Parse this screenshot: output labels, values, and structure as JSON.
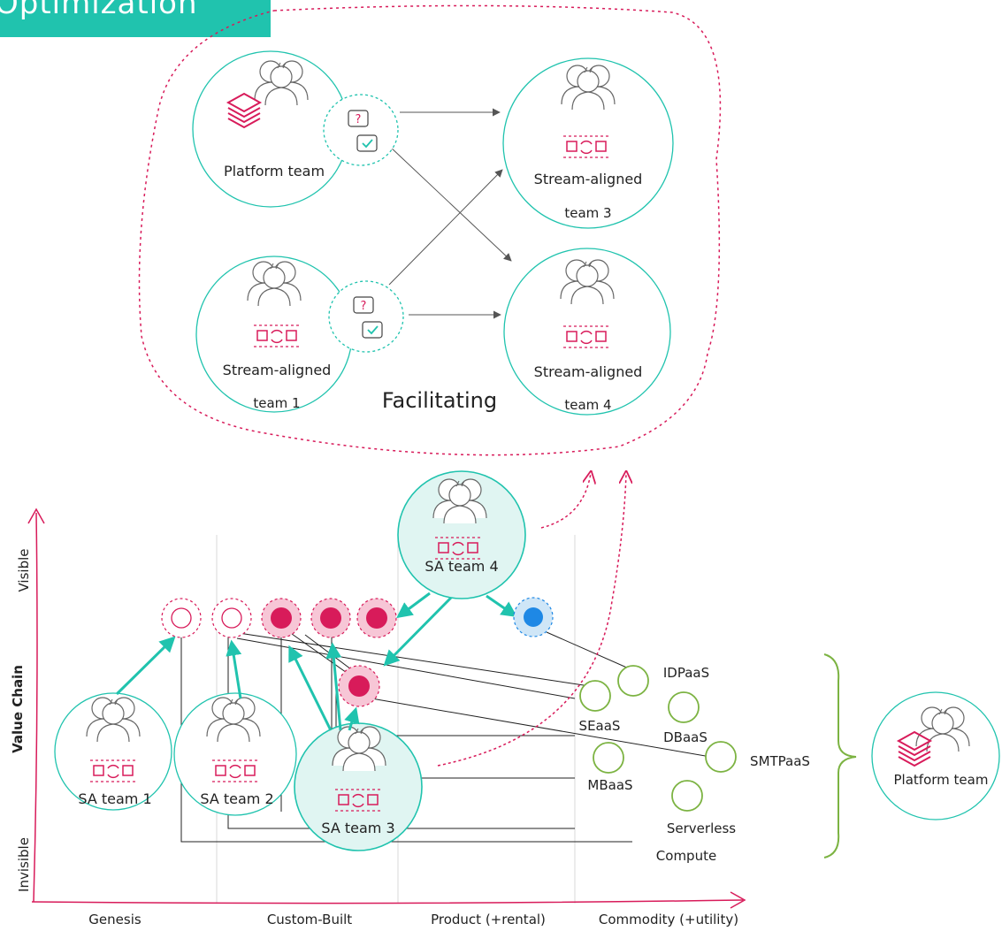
{
  "title": "Optimization",
  "interaction_label": "Facilitating",
  "top_teams": {
    "platform": "Platform team",
    "t1_line1": "Stream-aligned",
    "t1_line2": "team 1",
    "t3_line1": "Stream-aligned",
    "t3_line2": "team 3",
    "t4_line1": "Stream-aligned",
    "t4_line2": "team 4"
  },
  "map": {
    "y_axis_label": "Value Chain",
    "y_top": "Visible",
    "y_bottom": "Invisible",
    "x_stages": [
      "Genesis",
      "Custom-Built",
      "Product (+rental)",
      "Commodity (+utility)"
    ],
    "sa_teams": [
      "SA team 1",
      "SA team 2",
      "SA team 3",
      "SA team 4"
    ],
    "services": {
      "idpaas": "IDPaaS",
      "seaas": "SEaaS",
      "dbaas": "DBaaS",
      "smtpaas": "SMTPaaS",
      "mbaas": "MBaaS",
      "serverless_1": "Serverless",
      "serverless_2": "Compute"
    },
    "platform_team": "Platform team"
  },
  "colors": {
    "teal": "#20c3ae",
    "teal_fill": "#dff5f2",
    "magenta": "#d81b5a",
    "pink_fill": "#f7c6d6",
    "blue": "#1e88e5",
    "blue_fill": "#cfe6f7",
    "green": "#7cb342",
    "grid": "#d8d8d8"
  }
}
